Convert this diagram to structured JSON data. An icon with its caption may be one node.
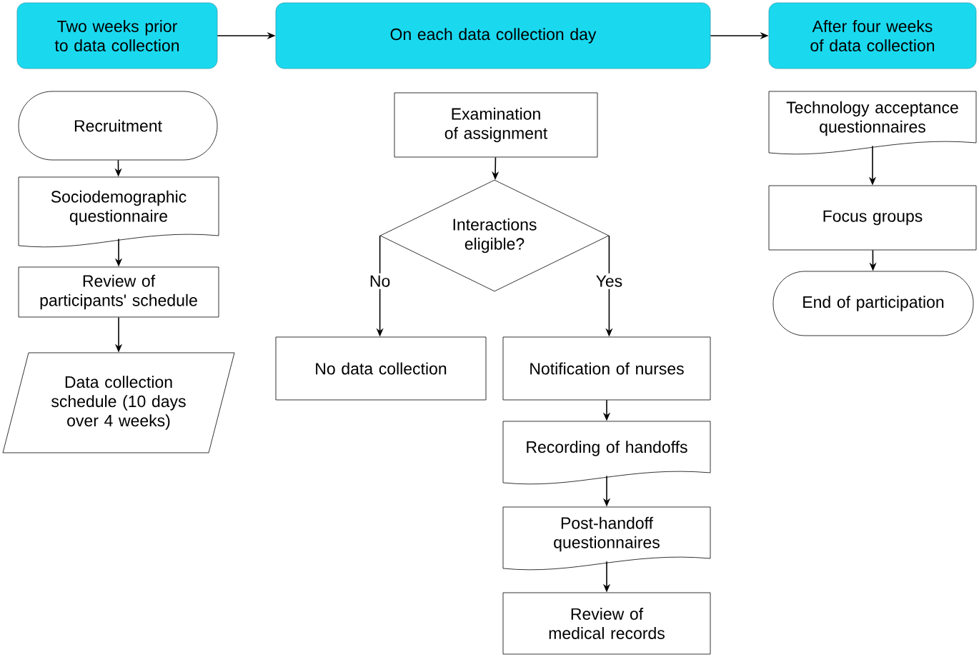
{
  "diagram": {
    "nodes": [
      {
        "text": [
          "Two weeks prior to data collection"
        ]
      },
      {
        "text": [
          "On each data collection day"
        ]
      },
      {
        "text": [
          "After four weeks of data collection"
        ]
      },
      {
        "text": [
          "Recruitment"
        ]
      },
      {
        "text": [
          "Sociodemographic questionnaire"
        ]
      },
      {
        "text": [
          "Review of participants' schedule"
        ]
      },
      {
        "text": [
          "Data collection schedule (10 days over 4 weeks)"
        ]
      },
      {
        "text": [
          "Examination of assignment"
        ]
      },
      {
        "text": [
          "Interactions eligible?"
        ]
      },
      {
        "text": [
          "No data collection"
        ]
      },
      {
        "text": [
          "Notification of nurses"
        ]
      },
      {
        "text": [
          "Recording of handoffs"
        ]
      },
      {
        "text": [
          "Post-handoff questionnaires"
        ]
      },
      {
        "text": [
          "Review of medical records"
        ]
      },
      {
        "text": [
          "Technology acceptance questionnaires"
        ]
      },
      {
        "text": [
          "Focus groups"
        ]
      },
      {
        "text": [
          "End of participation"
        ]
      }
    ],
    "edges": [
      {
        "from": 0,
        "to": 1,
        "arrow": "to"
      },
      {
        "from": 1,
        "to": 2,
        "arrow": "to"
      },
      {
        "from": 3,
        "to": 4,
        "arrow": "to"
      },
      {
        "from": 4,
        "to": 5,
        "arrow": "to"
      },
      {
        "from": 5,
        "to": 6,
        "arrow": "to"
      },
      {
        "from": 7,
        "to": 8,
        "arrow": "to"
      },
      {
        "from": 8,
        "to": 9,
        "arrow": "to",
        "label": "No"
      },
      {
        "from": 8,
        "to": 10,
        "arrow": "to",
        "label": "Yes"
      },
      {
        "from": 10,
        "to": 11,
        "arrow": "to"
      },
      {
        "from": 11,
        "to": 12,
        "arrow": "to"
      },
      {
        "from": 12,
        "to": 13,
        "arrow": "to"
      },
      {
        "from": 14,
        "to": 15,
        "arrow": "to"
      },
      {
        "from": 15,
        "to": 16,
        "arrow": "to"
      }
    ]
  }
}
